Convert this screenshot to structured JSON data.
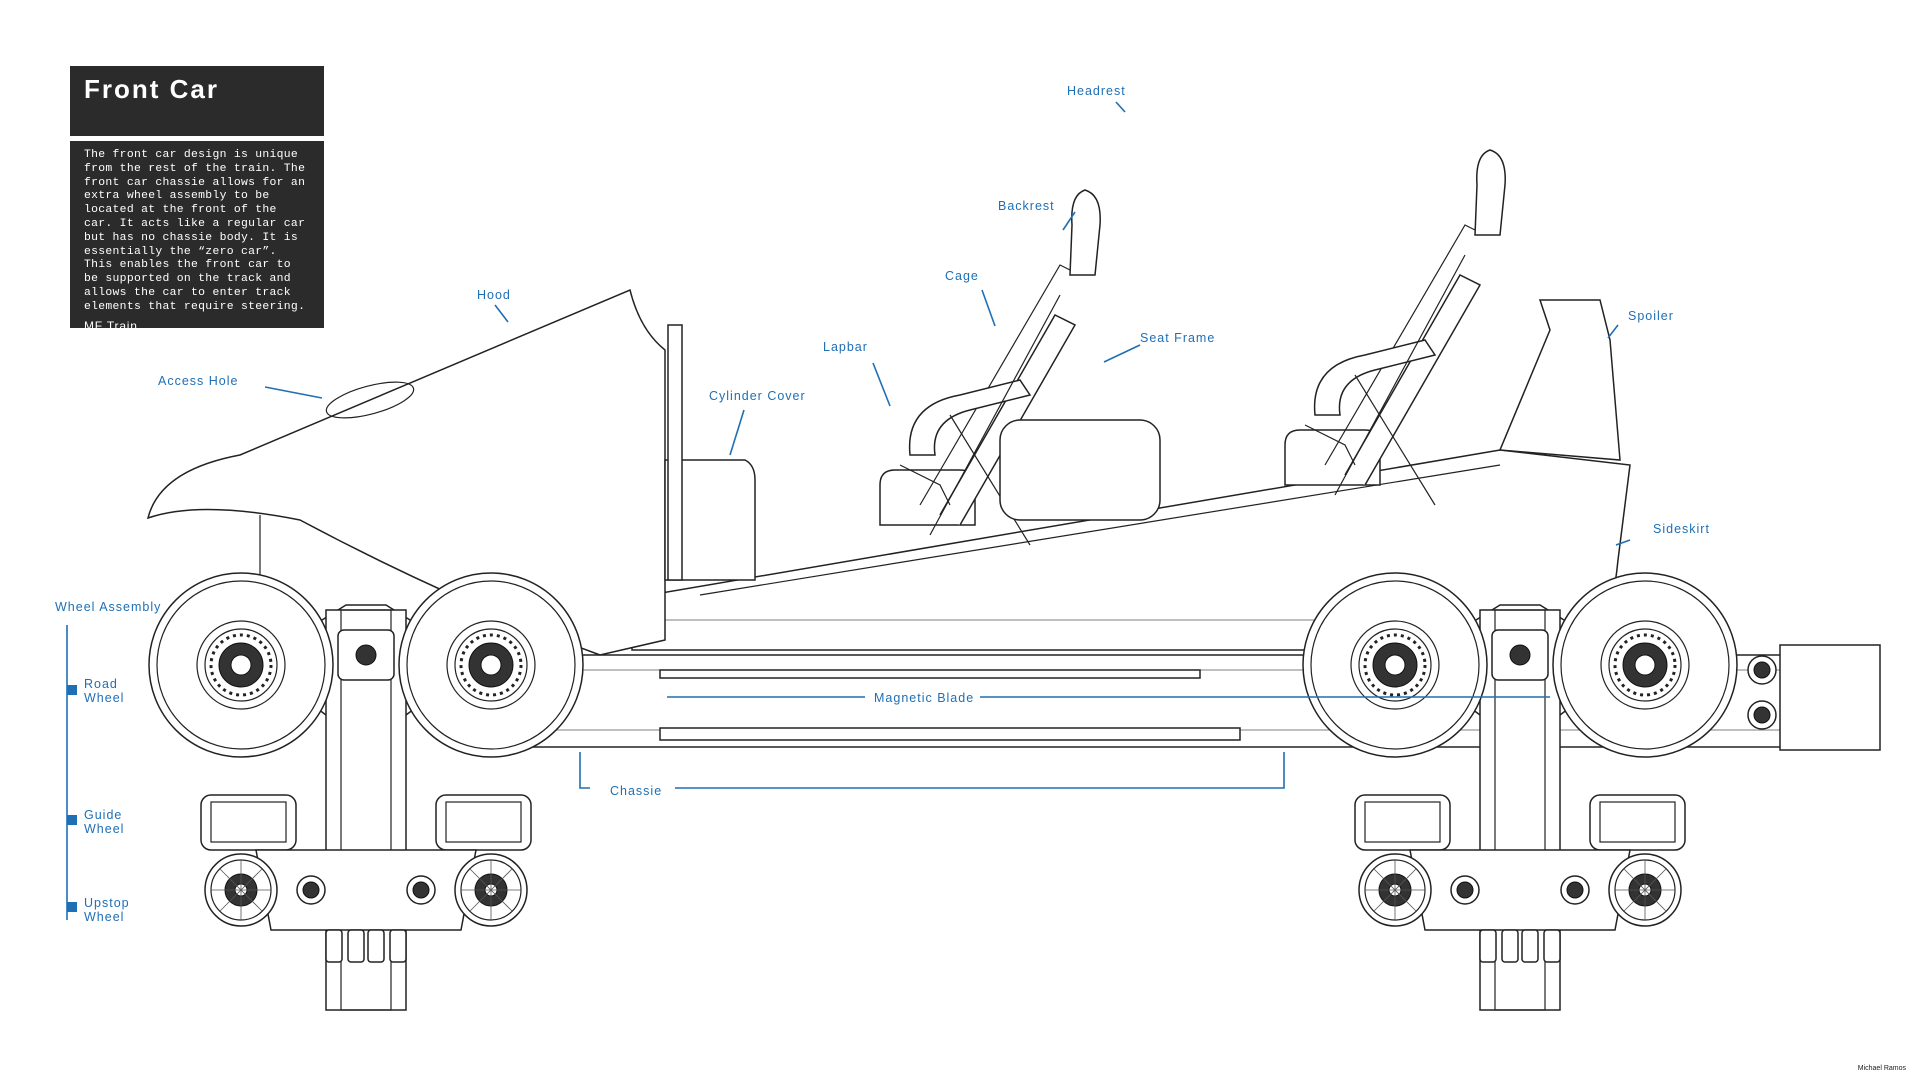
{
  "panel": {
    "title": "Front Car",
    "description": "The front car design is unique from the rest of the train. The front car chassie allows for an extra wheel assembly to be located at the front of the car. It acts like a regular car but has no chassie body. It is essentially the “zero car”. This enables the front car to be supported on the track and allows the car to enter track elements that require steering.",
    "subtitle": "MF Train"
  },
  "labels": {
    "headrest": "Headrest",
    "backrest": "Backrest",
    "cage": "Cage",
    "lapbar": "Lapbar",
    "seat_frame": "Seat Frame",
    "spoiler": "Spoiler",
    "hood": "Hood",
    "access_hole": "Access Hole",
    "cylinder_cover": "Cylinder Cover",
    "sideskirt": "Sideskirt",
    "wheel_assembly": "Wheel Assembly",
    "road_wheel": [
      "Road",
      "Wheel"
    ],
    "guide_wheel": [
      "Guide",
      "Wheel"
    ],
    "upstop_wheel": [
      "Upstop",
      "Wheel"
    ],
    "magnetic_blade": "Magnetic Blade",
    "chassie": "Chassie"
  },
  "credit": "Michael Ramos",
  "colors": {
    "accent": "#1f6fb5",
    "panel": "#2b2b2b",
    "line": "#222222"
  }
}
